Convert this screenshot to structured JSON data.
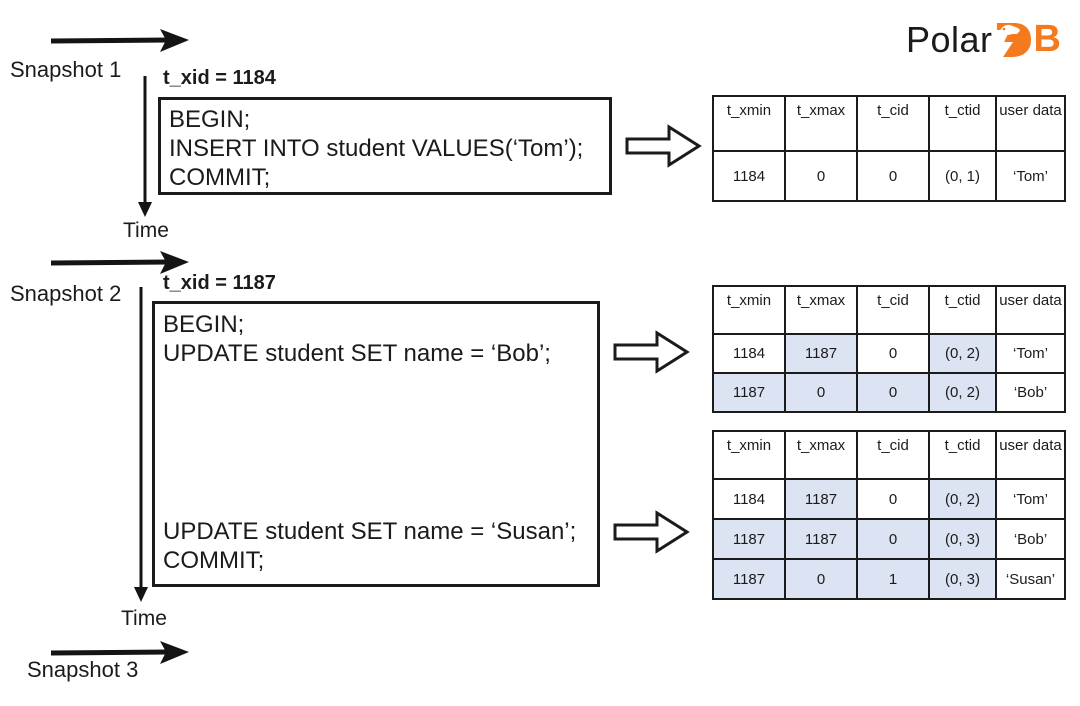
{
  "logo": {
    "text_black": "Polar",
    "text_b": "B",
    "orange": "#f57a1d"
  },
  "labels": {
    "time": "Time"
  },
  "snapshot1": {
    "label": "Snapshot 1",
    "txid": "t_xid = 1184",
    "code": [
      "BEGIN;",
      "INSERT INTO student VALUES(‘Tom’);",
      "COMMIT;"
    ]
  },
  "snapshot2": {
    "label": "Snapshot 2",
    "txid": "t_xid = 1187",
    "code_top": [
      "BEGIN;",
      "UPDATE student SET name = ‘Bob’;"
    ],
    "code_bottom": [
      "UPDATE student SET name = ‘Susan’;",
      "COMMIT;"
    ]
  },
  "snapshot3": {
    "label": "Snapshot 3"
  },
  "table_headers": [
    "t_xmin",
    "t_xmax",
    "t_cid",
    "t_ctid",
    "user data"
  ],
  "tables": [
    {
      "name": "tuple-table-1",
      "rows": [
        {
          "cells": [
            "1184",
            "0",
            "0",
            "(0, 1)",
            "‘Tom’"
          ],
          "highlight": [
            false,
            false,
            false,
            false,
            false
          ]
        }
      ]
    },
    {
      "name": "tuple-table-2",
      "rows": [
        {
          "cells": [
            "1184",
            "1187",
            "0",
            "(0, 2)",
            "‘Tom’"
          ],
          "highlight": [
            false,
            true,
            false,
            true,
            false
          ]
        },
        {
          "cells": [
            "1187",
            "0",
            "0",
            "(0, 2)",
            "‘Bob’"
          ],
          "highlight": [
            true,
            true,
            true,
            true,
            false
          ]
        }
      ]
    },
    {
      "name": "tuple-table-3",
      "rows": [
        {
          "cells": [
            "1184",
            "1187",
            "0",
            "(0, 2)",
            "‘Tom’"
          ],
          "highlight": [
            false,
            true,
            false,
            true,
            false
          ]
        },
        {
          "cells": [
            "1187",
            "1187",
            "0",
            "(0, 3)",
            "‘Bob’"
          ],
          "highlight": [
            true,
            true,
            true,
            true,
            false
          ]
        },
        {
          "cells": [
            "1187",
            "0",
            "1",
            "(0, 3)",
            "‘Susan’"
          ],
          "highlight": [
            true,
            true,
            true,
            true,
            false
          ]
        }
      ]
    }
  ],
  "colors": {
    "highlight": "#dce3f2",
    "border": "#1b1b1b",
    "orange": "#f57a1d"
  }
}
